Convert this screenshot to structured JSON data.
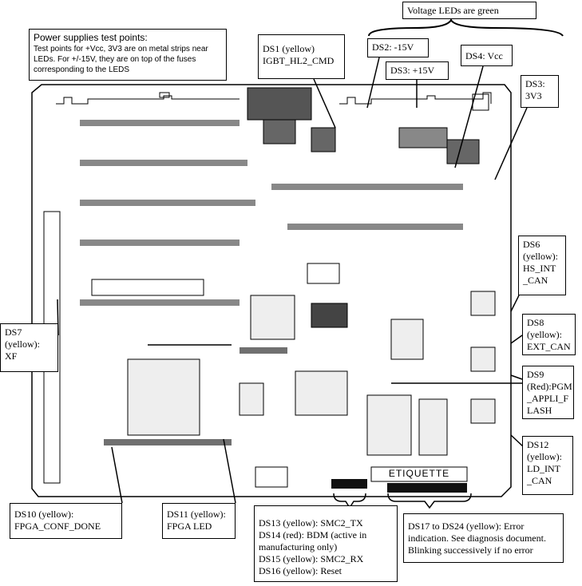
{
  "title_note": "Voltage LEDs are green",
  "power_note": {
    "heading": "Power supplies test points:",
    "body": "Test points for +Vcc, 3V3 are on metal strips near LEDs.  For +/-15V, they are on top of the fuses corresponding to the LEDS"
  },
  "callouts": {
    "ds1": [
      "DS1 (yellow)",
      "IGBT_HL2_CMD"
    ],
    "ds2": "DS2: -15V",
    "ds3_15v": "DS3: +15V",
    "ds4": "DS4: Vcc",
    "ds3_3v3": [
      "DS3:",
      "3V3"
    ],
    "ds6": [
      "DS6",
      "(yellow):",
      "HS_INT",
      "_CAN"
    ],
    "ds7": [
      "DS7",
      "(yellow):",
      "XF"
    ],
    "ds8": [
      "DS8",
      "(yellow):",
      "EXT_CAN"
    ],
    "ds9": [
      "DS9",
      "(Red):PGM",
      "_APPLI_F",
      "LASH"
    ],
    "ds12": [
      "DS12",
      "(yellow):",
      "LD_INT",
      "_CAN"
    ],
    "ds10": [
      "DS10 (yellow):",
      "FPGA_CONF_DONE"
    ],
    "ds11": [
      "DS11 (yellow):",
      "FPGA LED"
    ],
    "ds13_16": [
      "DS13 (yellow): SMC2_TX",
      "DS14 (red): BDM (active in",
      "manufacturing only)",
      "DS15 (yellow): SMC2_RX",
      "DS16 (yellow): Reset"
    ],
    "ds17_24": [
      "DS17 to DS24 (yellow): Error",
      "indication.  See diagnosis document.",
      "Blinking successively if no error"
    ]
  },
  "board": {
    "label": "ETIQUETTE"
  }
}
